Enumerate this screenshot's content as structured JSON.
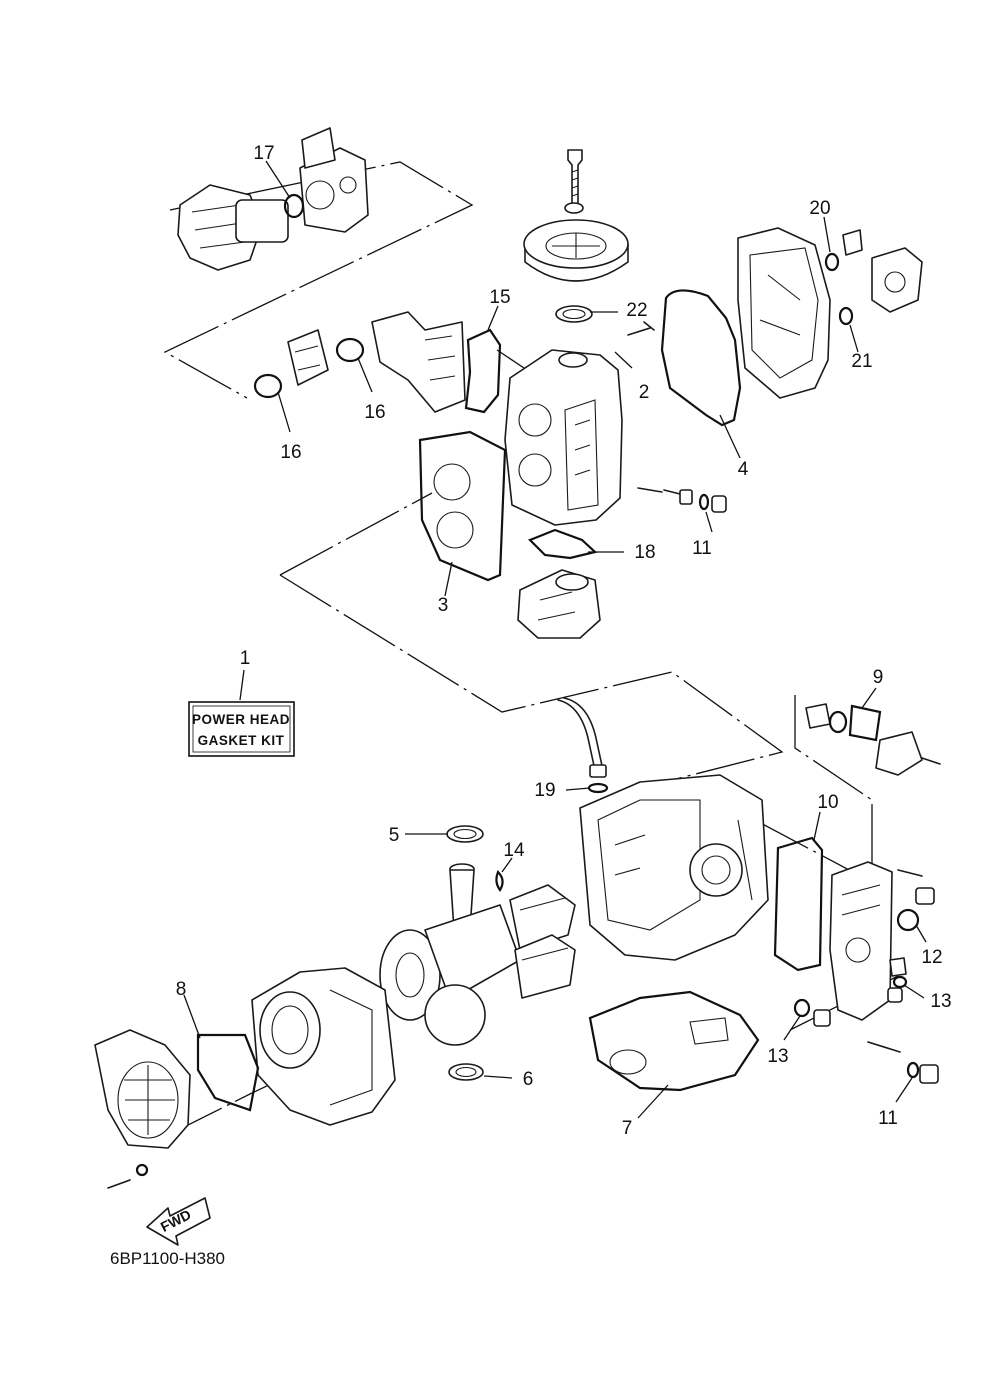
{
  "diagram": {
    "kit_label_line1": "POWER HEAD",
    "kit_label_line2": "GASKET KIT",
    "diagram_code": "6BP1100-H380",
    "fwd_label": "FWD",
    "callouts": {
      "c1": "1",
      "c2": "2",
      "c3": "3",
      "c4": "4",
      "c5": "5",
      "c6": "6",
      "c7": "7",
      "c8": "8",
      "c9": "9",
      "c10": "10",
      "c11a": "11",
      "c11b": "11",
      "c12": "12",
      "c13a": "13",
      "c13b": "13",
      "c14": "14",
      "c15": "15",
      "c16a": "16",
      "c16b": "16",
      "c17": "17",
      "c18": "18",
      "c19": "19",
      "c20": "20",
      "c21": "21",
      "c22": "22"
    }
  }
}
